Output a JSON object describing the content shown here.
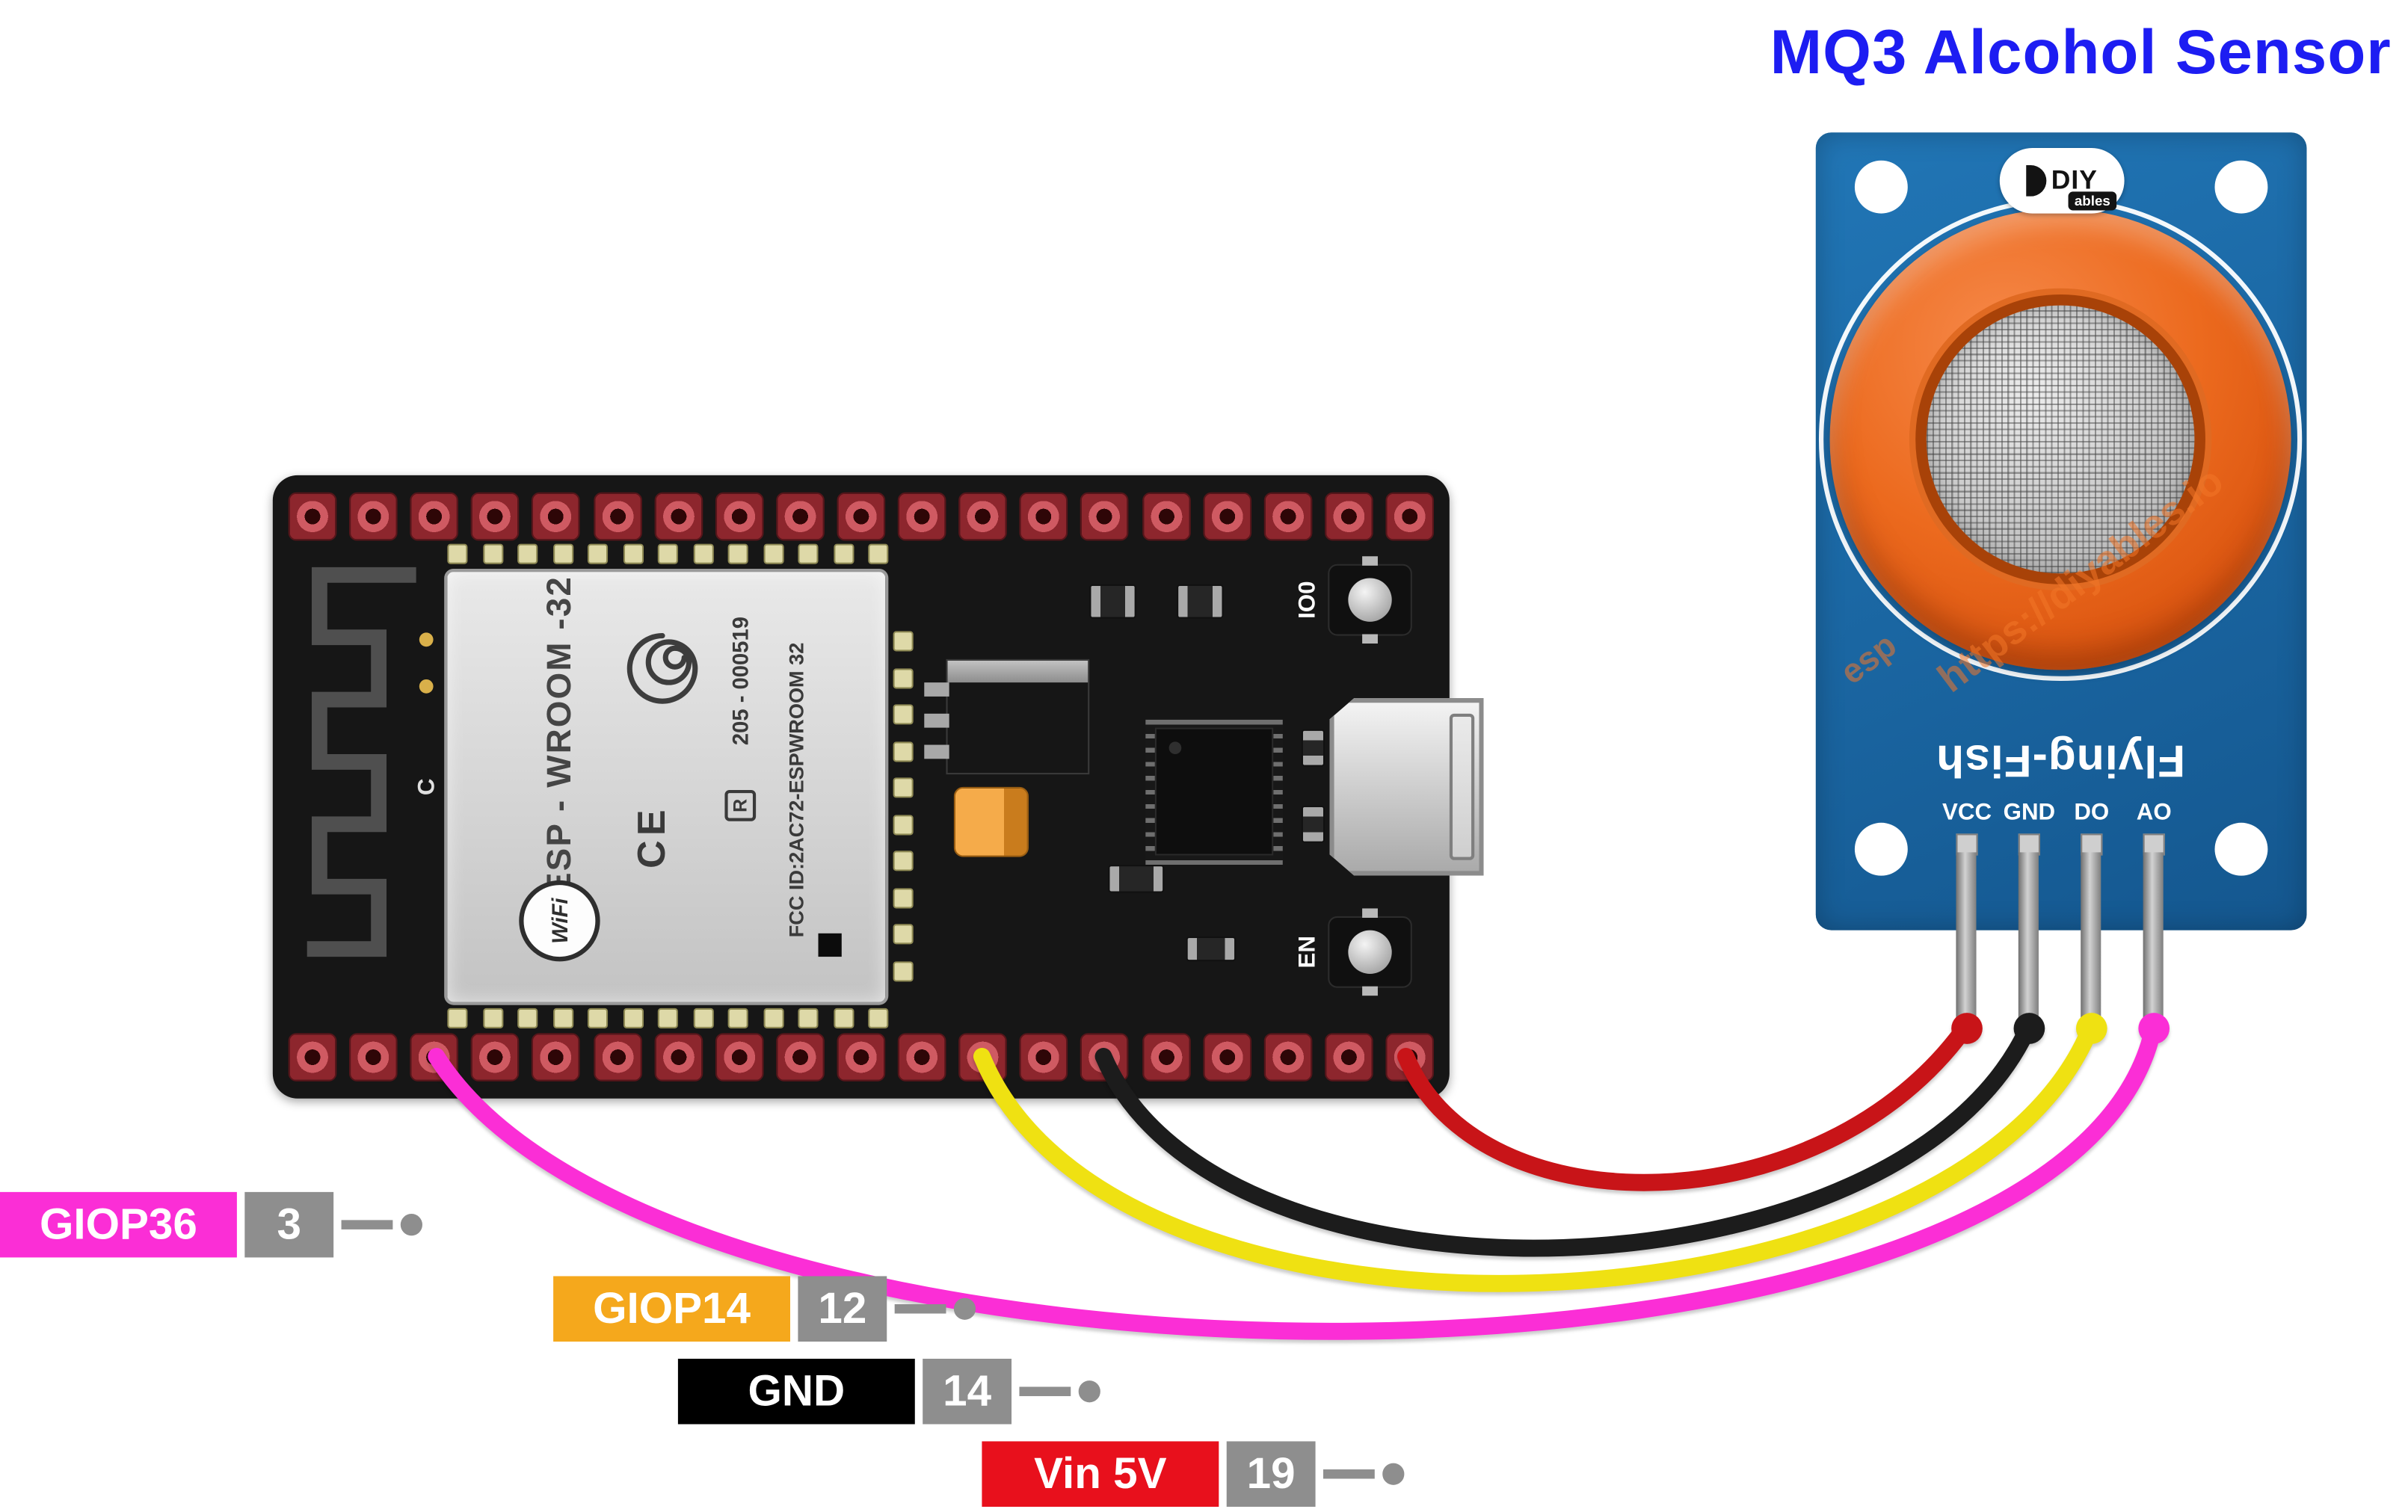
{
  "title": "MQ3 Alcohol Sensor",
  "title_color": "#1d1df2",
  "esp32_board": {
    "module_name": "ESP - WROOM -32",
    "wifi_logo": "WiFi",
    "serial_number": "205 - 000519",
    "ce_mark": "CE",
    "r_mark": "R",
    "fcc_text": "FCC ID:2AC72-ESPWROOM 32",
    "silkscreen_label": "C",
    "io0_button_label": "IO0",
    "en_button_label": "EN"
  },
  "mq3_sensor": {
    "brand": "DIY",
    "brand_sub": "ables",
    "model": "Flying-Fish",
    "watermark": "https://diyables.io",
    "watermark_small": "esp",
    "pin_labels": [
      "VCC",
      "GND",
      "DO",
      "AO"
    ]
  },
  "wires": [
    {
      "name": "vcc-wire",
      "color": "#c81418"
    },
    {
      "name": "gnd-wire",
      "color": "#1c1c1c"
    },
    {
      "name": "do-wire",
      "color": "#efe112"
    },
    {
      "name": "ao-wire",
      "color": "#fb2ed6"
    }
  ],
  "pin_annotations": [
    {
      "gpio": "GIOP36",
      "pin": "3",
      "color": "#fb2ed6"
    },
    {
      "gpio": "GIOP14",
      "pin": "12",
      "color": "#f5a81c"
    },
    {
      "gpio": "GND",
      "pin": "14",
      "color": "#000000"
    },
    {
      "gpio": "Vin 5V",
      "pin": "19",
      "color": "#e8101c"
    }
  ]
}
